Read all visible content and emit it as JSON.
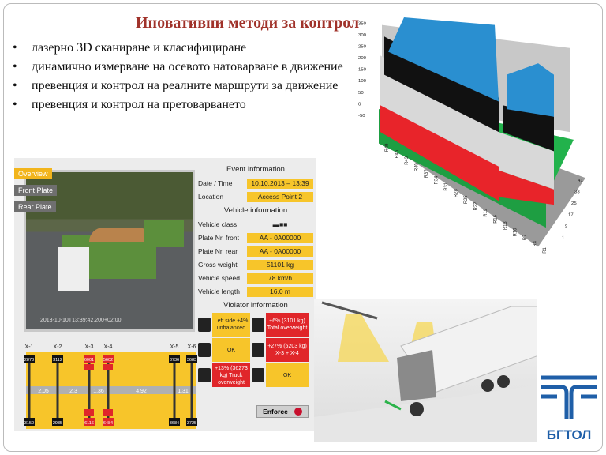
{
  "slide": {
    "title": "Иновативни методи за контрол",
    "bullets": [
      "лазерно 3D сканиране и класифициране",
      "динамично измерване на осевото натоварване в движение",
      "превенция и контрол на реалните маршрути за движение",
      "превенция и контрол на претоварването"
    ]
  },
  "scan_chart": {
    "z_ticks": [
      "350",
      "300",
      "250",
      "200",
      "150",
      "100",
      "50",
      "0",
      "-50"
    ],
    "row_ticks": [
      "R49",
      "R46",
      "R43",
      "R40",
      "R37",
      "R34",
      "R31",
      "R28",
      "R25",
      "R22",
      "R19",
      "R16",
      "R13",
      "R10",
      "R7",
      "R4",
      "R1"
    ],
    "col_ticks": [
      "41",
      "33",
      "25",
      "17",
      "9",
      "1"
    ],
    "colors": {
      "top": "#2a8fd0",
      "band1": "#111111",
      "band2": "#d8d8d8",
      "band3": "#e8242a",
      "base": "#22b24c"
    }
  },
  "camera": {
    "tabs": [
      "Overview",
      "Front Plate",
      "Rear Plate"
    ],
    "active_tab": "Overview",
    "timestamp": "2013-10-10T13:39:42.200+02:00"
  },
  "event": {
    "heading": "Event information",
    "date_label": "Date / Time",
    "date": "10.10.2013 – 13:39",
    "location_label": "Location",
    "location": "Access Point 2"
  },
  "vehicle": {
    "heading": "Vehicle information",
    "class_label": "Vehicle class",
    "class_icon": "truck-trailer-icon",
    "plate_front_label": "Plate Nr. front",
    "plate_front": "AA - 0A00000",
    "plate_rear_label": "Plate Nr. rear",
    "plate_rear": "AA - 0A00000",
    "gross_label": "Gross weight",
    "gross": "51101 kg",
    "speed_label": "Vehicle speed",
    "speed": "78 km/h",
    "length_label": "Vehicle length",
    "length": "16.0 m"
  },
  "violator": {
    "heading": "Violator information",
    "cells": [
      "Left side +4% unbalanced",
      "+6% (3101 kg) Total overweight",
      "OK",
      "+27% (5203 kg) X-3 + X-4",
      "+13% (36273 kg) Truck overweight",
      "OK"
    ],
    "enforce_label": "Enforce"
  },
  "axles": {
    "labels": [
      "X-1",
      "X-2",
      "X-3",
      "X-4",
      "X-5",
      "X-6"
    ],
    "top": [
      "2873",
      "3112",
      "6001",
      "5602",
      "3736",
      "3683"
    ],
    "bottom": [
      "3150",
      "2935",
      "6116",
      "6484",
      "3684",
      "3725"
    ],
    "overweight": [
      false,
      false,
      true,
      true,
      false,
      false
    ],
    "distances": [
      "2.05",
      "2.3",
      "1.36",
      "4.92",
      "1.31"
    ]
  },
  "logo": {
    "text": "БГТОЛ",
    "color": "#1f5fa8"
  }
}
